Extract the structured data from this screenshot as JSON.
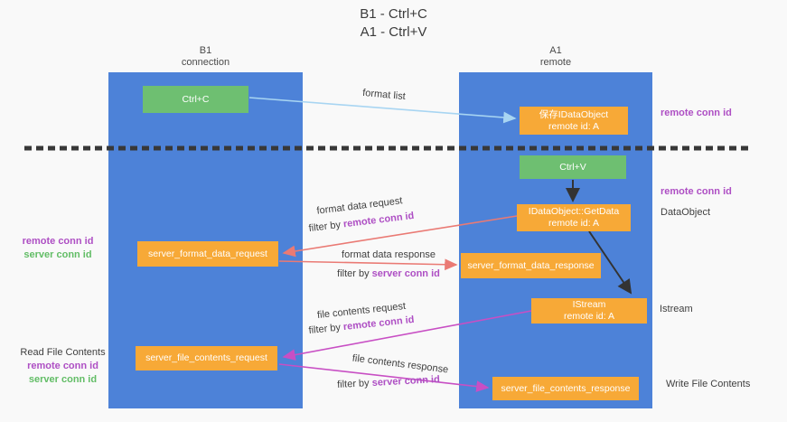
{
  "title": {
    "line1": "B1 - Ctrl+C",
    "line2": "A1 - Ctrl+V"
  },
  "columns": {
    "left": {
      "header_line1": "B1",
      "header_line2": "connection"
    },
    "right": {
      "header_line1": "A1",
      "header_line2": "remote"
    }
  },
  "nodes": {
    "ctrl_c": {
      "label": "Ctrl+C"
    },
    "ctrl_v": {
      "label": "Ctrl+V"
    },
    "save_dataobject": {
      "line1": "保存IDataObject",
      "line2": "remote id: A"
    },
    "getdata": {
      "line1": "IDataObject::GetData",
      "line2": "remote id: A"
    },
    "istream_box": {
      "line1": "IStream",
      "line2": "remote id: A"
    },
    "server_format_data_request": {
      "label": "server_format_data_request"
    },
    "server_format_data_response": {
      "label": "server_format_data_response"
    },
    "server_file_contents_request": {
      "label": "server_file_contents_request"
    },
    "server_file_contents_response": {
      "label": "server_file_contents_response"
    }
  },
  "edge_labels": {
    "format_list": "format list",
    "format_data_request": "format data request",
    "filter_by_remote_1": {
      "prefix": "filter by ",
      "highlight": "remote conn id"
    },
    "format_data_response": "format data response",
    "filter_by_server_1": {
      "prefix": "filter by ",
      "highlight": "server conn id"
    },
    "file_contents_request": "file contents request",
    "filter_by_remote_2": {
      "prefix": "filter by ",
      "highlight": "remote conn id"
    },
    "file_contents_response": "file contents response",
    "filter_by_server_2": {
      "prefix": "filter by ",
      "highlight": "server conn id"
    }
  },
  "side_labels": {
    "right_remote_conn_top": "remote conn id",
    "right_remote_conn_mid": "remote conn id",
    "dataobject": "DataObject",
    "istream": "Istream",
    "write_file_contents": "Write File Contents",
    "left_remote_conn_mid": "remote conn id",
    "left_server_conn_mid": "server conn id",
    "read_file_contents": "Read File Contents",
    "left_remote_conn_bottom": "remote conn id",
    "left_server_conn_bottom": "server conn id"
  },
  "colors": {
    "lifeline_blue": "#4d82d8",
    "node_green": "#6ebf71",
    "node_orange": "#f7a937",
    "arrow_salmon": "#ea7a74",
    "arrow_magenta": "#c84fc4",
    "arrow_lightblue": "#a8d5f2",
    "arrow_black": "#333333",
    "label_purple": "#ae4fc4",
    "label_green": "#62bd66",
    "divider_dark": "#383838"
  }
}
